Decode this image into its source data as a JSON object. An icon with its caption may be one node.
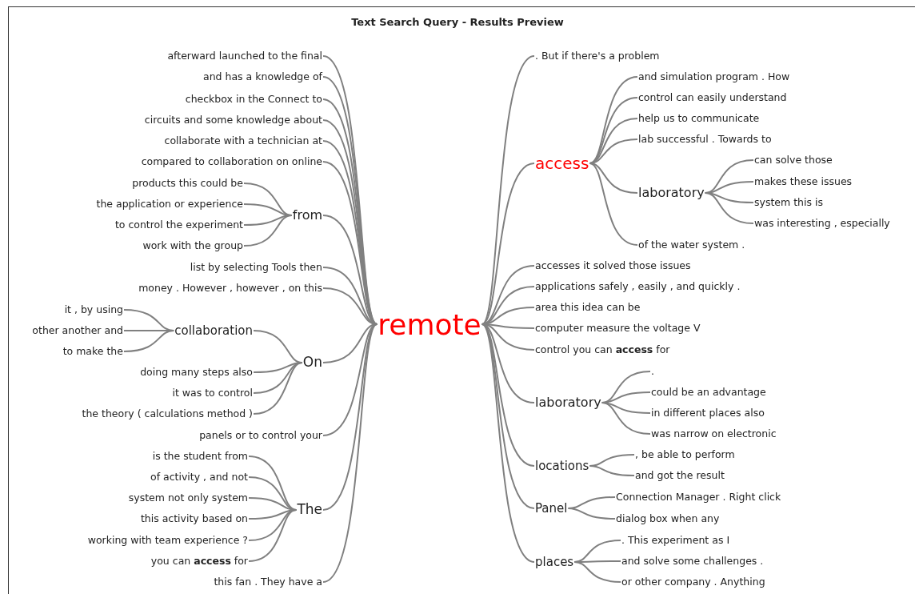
{
  "diagram": {
    "title": "Text Search Query - Results Preview",
    "nodes": [
      {
        "text": [
          "remote"
        ]
      },
      {
        "text": [
          "afterward launched to the final"
        ]
      },
      {
        "text": [
          "and has a knowledge of"
        ]
      },
      {
        "text": [
          "checkbox in the Connect to"
        ]
      },
      {
        "text": [
          "circuits and some knowledge about"
        ]
      },
      {
        "text": [
          "collaborate with a technician at"
        ]
      },
      {
        "text": [
          "compared to collaboration on online"
        ]
      },
      {
        "text": [
          "from"
        ]
      },
      {
        "text": [
          "products this could be"
        ]
      },
      {
        "text": [
          "the application or experience"
        ]
      },
      {
        "text": [
          "to control the experiment"
        ]
      },
      {
        "text": [
          "work with the group"
        ]
      },
      {
        "text": [
          "list by selecting Tools then"
        ]
      },
      {
        "text": [
          "money . However , however , on this"
        ]
      },
      {
        "text": [
          "On"
        ]
      },
      {
        "text": [
          "collaboration"
        ]
      },
      {
        "text": [
          "it , by using"
        ]
      },
      {
        "text": [
          "other another and"
        ]
      },
      {
        "text": [
          "to make the"
        ]
      },
      {
        "text": [
          "doing many steps also"
        ]
      },
      {
        "text": [
          "it was to control"
        ]
      },
      {
        "text": [
          "the theory ( calculations method )"
        ]
      },
      {
        "text": [
          "panels or to control your"
        ]
      },
      {
        "text": [
          "The"
        ]
      },
      {
        "text": [
          "is the student from"
        ]
      },
      {
        "text": [
          "of activity , and not"
        ]
      },
      {
        "text": [
          "system not only system"
        ]
      },
      {
        "text": [
          "this activity based on"
        ]
      },
      {
        "text": [
          "working with team experience ?"
        ]
      },
      {
        "text": [
          "you can **access** for"
        ]
      },
      {
        "text": [
          "this fan . They have a"
        ]
      },
      {
        "text": [
          ". But if there's a problem"
        ]
      },
      {
        "text": [
          "access"
        ]
      },
      {
        "text": [
          "and simulation program . How"
        ]
      },
      {
        "text": [
          "control can easily understand"
        ]
      },
      {
        "text": [
          "help us to communicate"
        ]
      },
      {
        "text": [
          "lab successful . Towards to"
        ]
      },
      {
        "text": [
          "laboratory"
        ]
      },
      {
        "text": [
          "can solve those"
        ]
      },
      {
        "text": [
          "makes these issues"
        ]
      },
      {
        "text": [
          "system this is"
        ]
      },
      {
        "text": [
          "was interesting , especially"
        ]
      },
      {
        "text": [
          "of the water system ."
        ]
      },
      {
        "text": [
          "accesses it solved those issues"
        ]
      },
      {
        "text": [
          "applications safely , easily , and quickly ."
        ]
      },
      {
        "text": [
          "area this idea can be"
        ]
      },
      {
        "text": [
          "computer measure the voltage V"
        ]
      },
      {
        "text": [
          "control you can **access** for"
        ]
      },
      {
        "text": [
          "laboratory"
        ]
      },
      {
        "text": [
          "."
        ]
      },
      {
        "text": [
          "could be an advantage"
        ]
      },
      {
        "text": [
          "in different places also"
        ]
      },
      {
        "text": [
          "was narrow on electronic"
        ]
      },
      {
        "text": [
          "locations"
        ]
      },
      {
        "text": [
          ", be able to perform"
        ]
      },
      {
        "text": [
          "and got the result"
        ]
      },
      {
        "text": [
          "Panel"
        ]
      },
      {
        "text": [
          "Connection Manager . Right click"
        ]
      },
      {
        "text": [
          "dialog box when any"
        ]
      },
      {
        "text": [
          "places"
        ]
      },
      {
        "text": [
          ". This experiment as I"
        ]
      },
      {
        "text": [
          "and solve some challenges ."
        ]
      },
      {
        "text": [
          "or other company . Anything"
        ]
      }
    ],
    "edges": [
      {
        "from": 0,
        "to": 1,
        "arrow": "none"
      },
      {
        "from": 0,
        "to": 2,
        "arrow": "none"
      },
      {
        "from": 0,
        "to": 3,
        "arrow": "none"
      },
      {
        "from": 0,
        "to": 4,
        "arrow": "none"
      },
      {
        "from": 0,
        "to": 5,
        "arrow": "none"
      },
      {
        "from": 0,
        "to": 6,
        "arrow": "none"
      },
      {
        "from": 0,
        "to": 7,
        "arrow": "none"
      },
      {
        "from": 7,
        "to": 8,
        "arrow": "none"
      },
      {
        "from": 7,
        "to": 9,
        "arrow": "none"
      },
      {
        "from": 7,
        "to": 10,
        "arrow": "none"
      },
      {
        "from": 7,
        "to": 11,
        "arrow": "none"
      },
      {
        "from": 0,
        "to": 12,
        "arrow": "none"
      },
      {
        "from": 0,
        "to": 13,
        "arrow": "none"
      },
      {
        "from": 0,
        "to": 14,
        "arrow": "none"
      },
      {
        "from": 14,
        "to": 15,
        "arrow": "none"
      },
      {
        "from": 15,
        "to": 16,
        "arrow": "none"
      },
      {
        "from": 15,
        "to": 17,
        "arrow": "none"
      },
      {
        "from": 15,
        "to": 18,
        "arrow": "none"
      },
      {
        "from": 14,
        "to": 19,
        "arrow": "none"
      },
      {
        "from": 14,
        "to": 20,
        "arrow": "none"
      },
      {
        "from": 14,
        "to": 21,
        "arrow": "none"
      },
      {
        "from": 0,
        "to": 22,
        "arrow": "none"
      },
      {
        "from": 0,
        "to": 23,
        "arrow": "none"
      },
      {
        "from": 23,
        "to": 24,
        "arrow": "none"
      },
      {
        "from": 23,
        "to": 25,
        "arrow": "none"
      },
      {
        "from": 23,
        "to": 26,
        "arrow": "none"
      },
      {
        "from": 23,
        "to": 27,
        "arrow": "none"
      },
      {
        "from": 23,
        "to": 28,
        "arrow": "none"
      },
      {
        "from": 23,
        "to": 29,
        "arrow": "none"
      },
      {
        "from": 0,
        "to": 30,
        "arrow": "none"
      },
      {
        "from": 0,
        "to": 31,
        "arrow": "none"
      },
      {
        "from": 0,
        "to": 32,
        "arrow": "none"
      },
      {
        "from": 32,
        "to": 33,
        "arrow": "none"
      },
      {
        "from": 32,
        "to": 34,
        "arrow": "none"
      },
      {
        "from": 32,
        "to": 35,
        "arrow": "none"
      },
      {
        "from": 32,
        "to": 36,
        "arrow": "none"
      },
      {
        "from": 32,
        "to": 37,
        "arrow": "none"
      },
      {
        "from": 37,
        "to": 38,
        "arrow": "none"
      },
      {
        "from": 37,
        "to": 39,
        "arrow": "none"
      },
      {
        "from": 37,
        "to": 40,
        "arrow": "none"
      },
      {
        "from": 37,
        "to": 41,
        "arrow": "none"
      },
      {
        "from": 32,
        "to": 42,
        "arrow": "none"
      },
      {
        "from": 0,
        "to": 43,
        "arrow": "none"
      },
      {
        "from": 0,
        "to": 44,
        "arrow": "none"
      },
      {
        "from": 0,
        "to": 45,
        "arrow": "none"
      },
      {
        "from": 0,
        "to": 46,
        "arrow": "none"
      },
      {
        "from": 0,
        "to": 47,
        "arrow": "none"
      },
      {
        "from": 0,
        "to": 48,
        "arrow": "none"
      },
      {
        "from": 48,
        "to": 49,
        "arrow": "none"
      },
      {
        "from": 48,
        "to": 50,
        "arrow": "none"
      },
      {
        "from": 48,
        "to": 51,
        "arrow": "none"
      },
      {
        "from": 48,
        "to": 52,
        "arrow": "none"
      },
      {
        "from": 0,
        "to": 53,
        "arrow": "none"
      },
      {
        "from": 53,
        "to": 54,
        "arrow": "none"
      },
      {
        "from": 53,
        "to": 55,
        "arrow": "none"
      },
      {
        "from": 0,
        "to": 56,
        "arrow": "none"
      },
      {
        "from": 56,
        "to": 57,
        "arrow": "none"
      },
      {
        "from": 56,
        "to": 58,
        "arrow": "none"
      },
      {
        "from": 0,
        "to": 59,
        "arrow": "none"
      },
      {
        "from": 59,
        "to": 60,
        "arrow": "none"
      },
      {
        "from": 59,
        "to": 61,
        "arrow": "none"
      },
      {
        "from": 59,
        "to": 62,
        "arrow": "none"
      }
    ]
  }
}
